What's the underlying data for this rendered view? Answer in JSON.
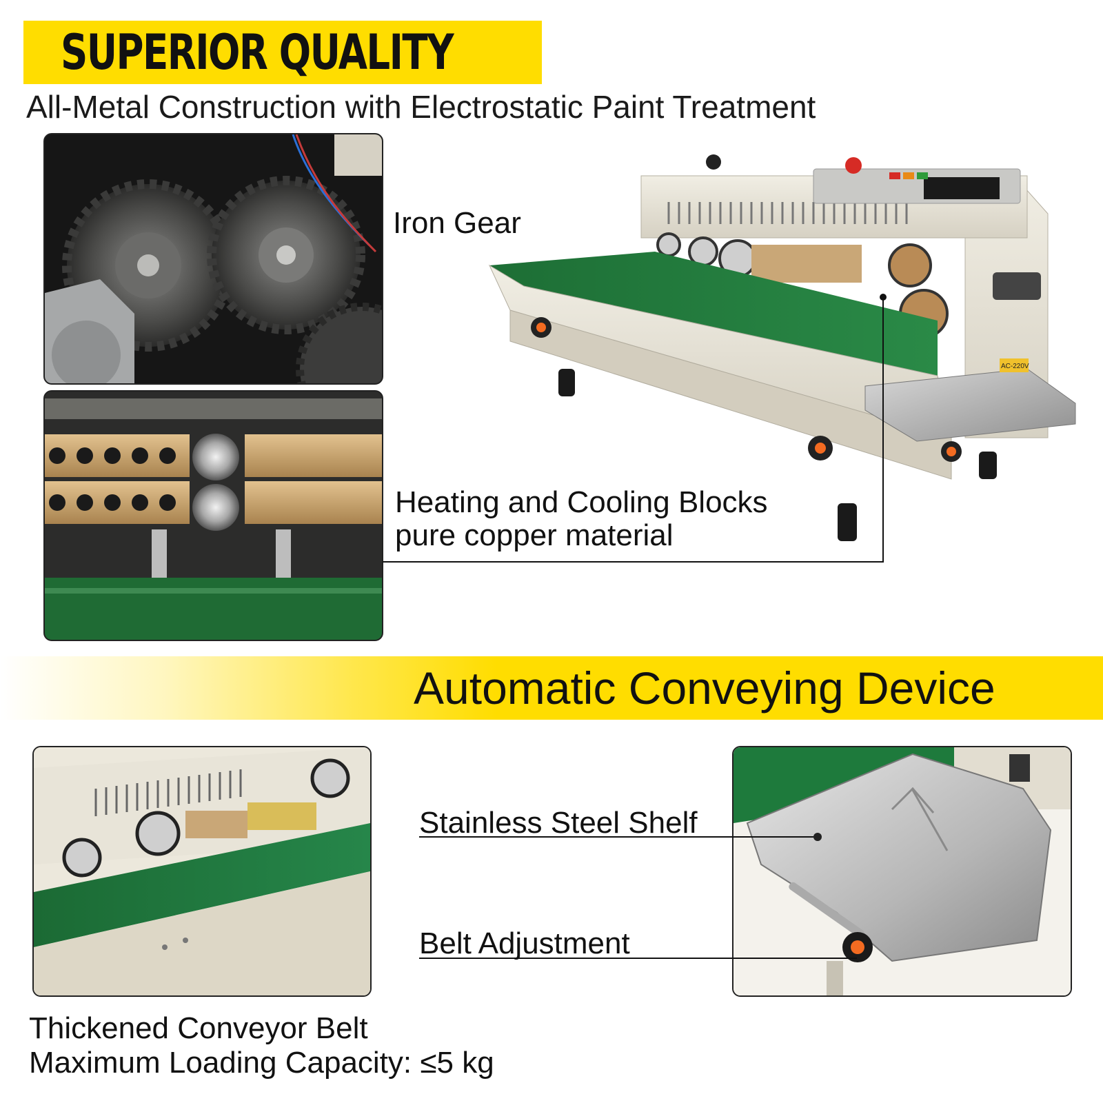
{
  "header": {
    "title": "SUPERIOR QUALITY",
    "subtitle": "All-Metal Construction with Electrostatic Paint Treatment"
  },
  "features": {
    "gear_label": "Iron Gear",
    "blocks_line1": "Heating and Cooling Blocks",
    "blocks_line2": "pure copper material"
  },
  "section2": {
    "title": "Automatic Conveying Device",
    "shelf_label": "Stainless Steel Shelf",
    "belt_adjust_label": "Belt Adjustment",
    "belt_line1": "Thickened Conveyor Belt",
    "belt_line2": "Maximum Loading Capacity: ≤5 kg"
  },
  "machine_text": {
    "voltage_tag": "AC-220V"
  },
  "colors": {
    "accent_yellow": "#ffdd00",
    "belt_green": "#1f7a3a",
    "body_cream": "#e8e4d8",
    "copper": "#c9a777",
    "knob_orange": "#f36b21"
  }
}
